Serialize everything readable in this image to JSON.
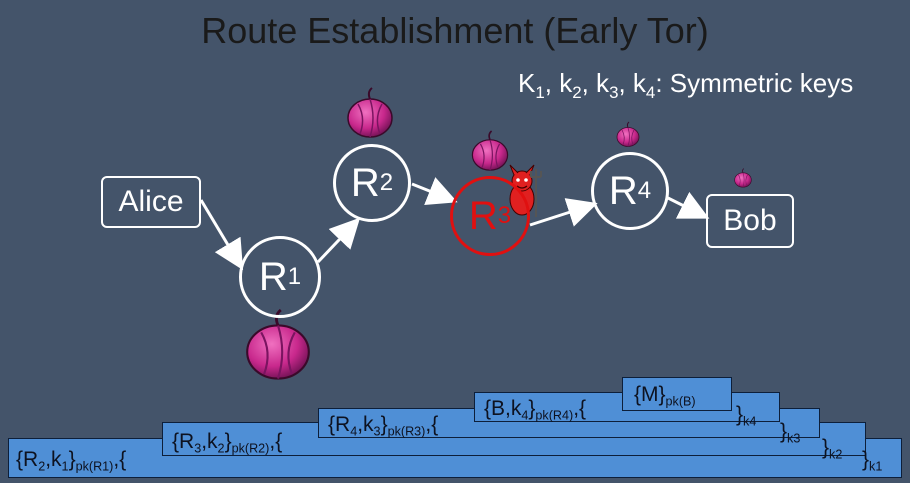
{
  "title": "Route Establishment (Early Tor)",
  "keys_note": {
    "text": "K",
    "sub1": "1",
    "t2": ", k",
    "sub2": "2",
    "t3": ", k",
    "sub3": "3",
    "t4": ", k",
    "sub4": "4",
    "t5": ": Symmetric keys"
  },
  "nodes": {
    "alice": "Alice",
    "bob": "Bob",
    "r1": {
      "letter": "R",
      "sub": "1"
    },
    "r2": {
      "letter": "R",
      "sub": "2"
    },
    "r3": {
      "letter": "R",
      "sub": "3"
    },
    "r4": {
      "letter": "R",
      "sub": "4"
    }
  },
  "onion": {
    "l1": {
      "pre": "{R",
      "s1": "2",
      "mid": ",k",
      "s2": "1",
      "close": "}",
      "s3": "pk(R1)",
      "post": ",{",
      "tail": "}",
      "tsub": "k1"
    },
    "l2": {
      "pre": "{R",
      "s1": "3",
      "mid": ",k",
      "s2": "2",
      "close": "}",
      "s3": "pk(R2)",
      "post": ",{",
      "tail": "}",
      "tsub": "k2"
    },
    "l3": {
      "pre": "{R",
      "s1": "4",
      "mid": ",k",
      "s2": "3",
      "close": "}",
      "s3": "pk(R3)",
      "post": ",{",
      "tail": "}",
      "tsub": "k3"
    },
    "l4": {
      "pre": "{B,k",
      "s1": "4",
      "close": "}",
      "s3": "pk(R4)",
      "post": ",{",
      "tail": "}",
      "tsub": "k4"
    },
    "l5": {
      "pre": "{M}",
      "s3": "pk(B)"
    }
  },
  "colors": {
    "background": "#44546a",
    "attacker": "#e01010",
    "layer_fill": "#4f8fd6",
    "onion": "#c8288c"
  },
  "icons": [
    "onion-icon",
    "devil-icon",
    "arrow-icon"
  ]
}
